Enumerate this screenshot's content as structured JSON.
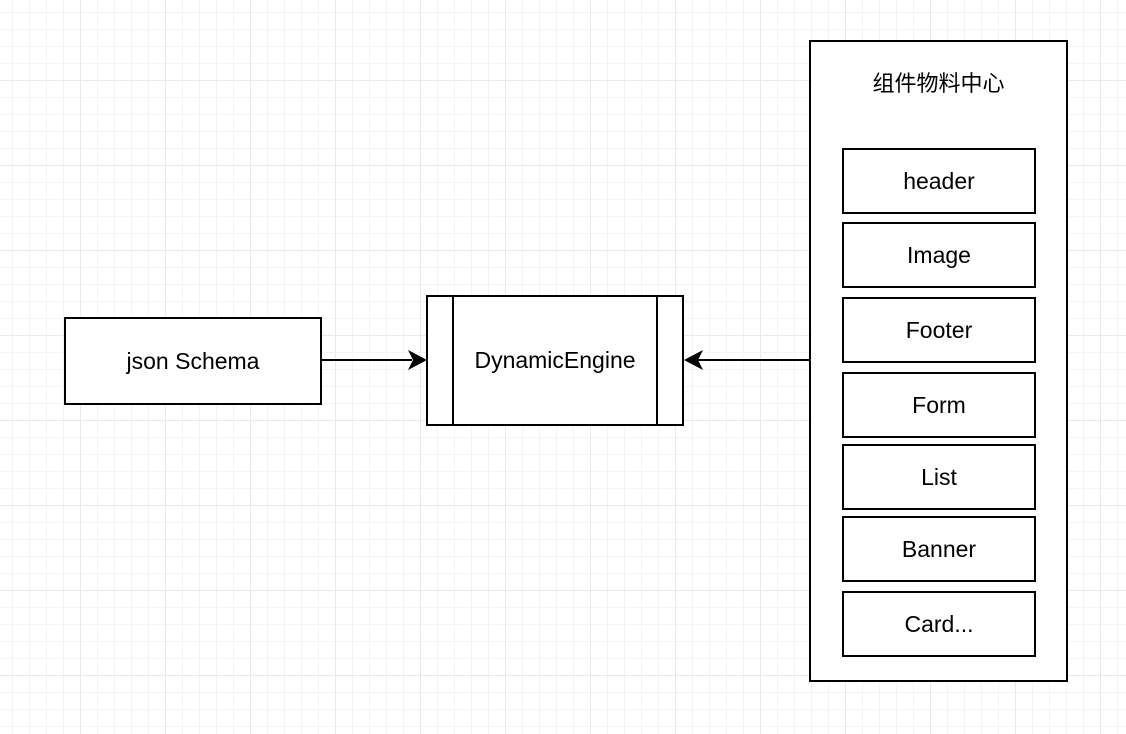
{
  "nodes": {
    "schema": "json Schema",
    "engine": "DynamicEngine",
    "library_title": "组件物料中心"
  },
  "components": [
    "header",
    "Image",
    "Footer",
    "Form",
    "List",
    "Banner",
    "Card..."
  ],
  "edges": [
    {
      "from": "json Schema",
      "to": "DynamicEngine"
    },
    {
      "from": "组件物料中心",
      "to": "DynamicEngine"
    }
  ]
}
